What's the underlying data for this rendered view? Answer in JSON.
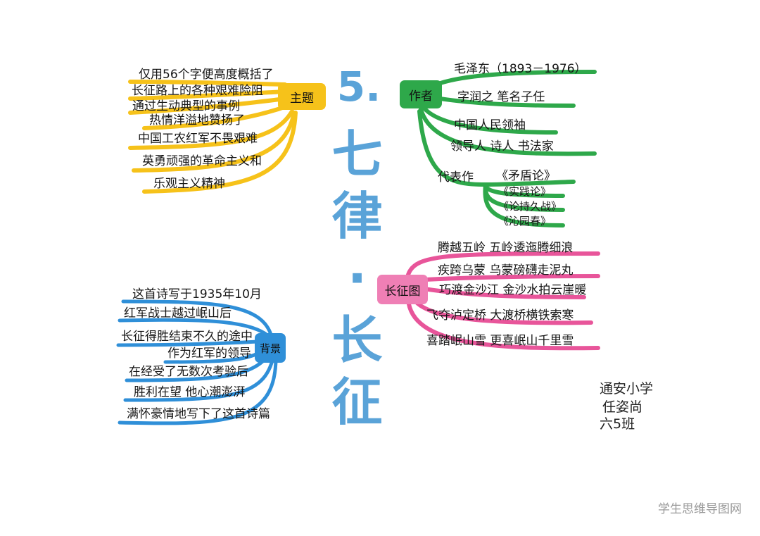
{
  "title": {
    "number": "5.",
    "name": "七律·长征"
  },
  "colors": {
    "theme": "#f6c21a",
    "author": "#2ea84a",
    "route": "#e8559a",
    "background": "#2f8fd8",
    "title": "#5aa3d8"
  },
  "branches": {
    "theme": {
      "label": "主题",
      "items": [
        "仅用56个字便高度概括了",
        "长征路上的各种艰难险阻",
        "通过生动典型的事例",
        "热情洋溢地赞扬了",
        "中国工农红军不畏艰难",
        "英勇顽强的革命主义和",
        "乐观主义精神"
      ]
    },
    "author": {
      "label": "作者",
      "items": [
        "毛泽东（1893－1976）",
        "字润之  笔名子任",
        "中国人民领袖",
        "领导人  诗人  书法家",
        "代表作"
      ],
      "works": [
        "《矛盾论》",
        "《实践论》",
        "《论持久战》",
        "《沁园春》"
      ]
    },
    "route": {
      "label": "长征图",
      "items": [
        "腾越五岭  五岭逶迤腾细浪",
        "疾跨乌蒙  乌蒙磅礴走泥丸",
        "巧渡金沙江  金沙水拍云崖暖",
        "飞夺泸定桥  大渡桥横铁索寒",
        "喜踏岷山雪  更喜岷山千里雪"
      ]
    },
    "background": {
      "label": "背景",
      "items": [
        "这首诗写于1935年10月",
        "红军战士越过岷山后",
        "长征得胜结束不久的途中",
        "作为红军的领导",
        "在经受了无数次考验后",
        "胜利在望  他心潮澎湃",
        "满怀豪情地写下了这首诗篇"
      ]
    }
  },
  "signature": {
    "school": "通安小学",
    "name": "任姿尚",
    "class": "六5班"
  },
  "watermark": "学生思维导图网"
}
